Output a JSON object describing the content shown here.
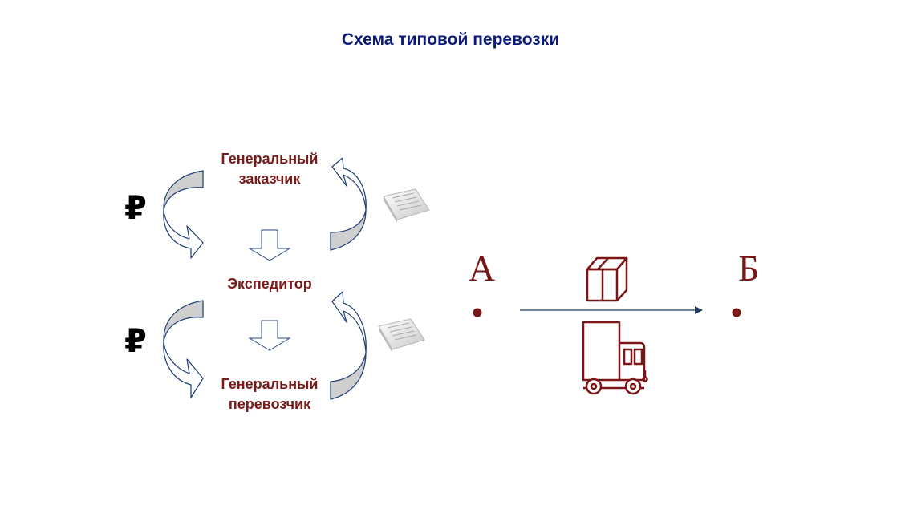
{
  "title": "Схема типовой перевозки",
  "roles": {
    "customer_line1": "Генеральный",
    "customer_line2": "заказчик",
    "forwarder": "Экспедитор",
    "carrier_line1": "Генеральный",
    "carrier_line2": "перевозчик"
  },
  "currency_symbol": "₽",
  "route": {
    "origin": "А",
    "destination": "Б"
  },
  "icons": {
    "payment": "ruble-icon",
    "documents": "document-icon",
    "cargo": "box-icon",
    "vehicle": "truck-icon"
  },
  "colors": {
    "title": "#0b1a78",
    "role_text": "#7b1a1a",
    "cargo_icons": "#7a1616",
    "route_arrow": "#1f3a5f",
    "cycle_arrow_fill": "#cfcfcf",
    "cycle_arrow_stroke": "#1e3d73"
  }
}
